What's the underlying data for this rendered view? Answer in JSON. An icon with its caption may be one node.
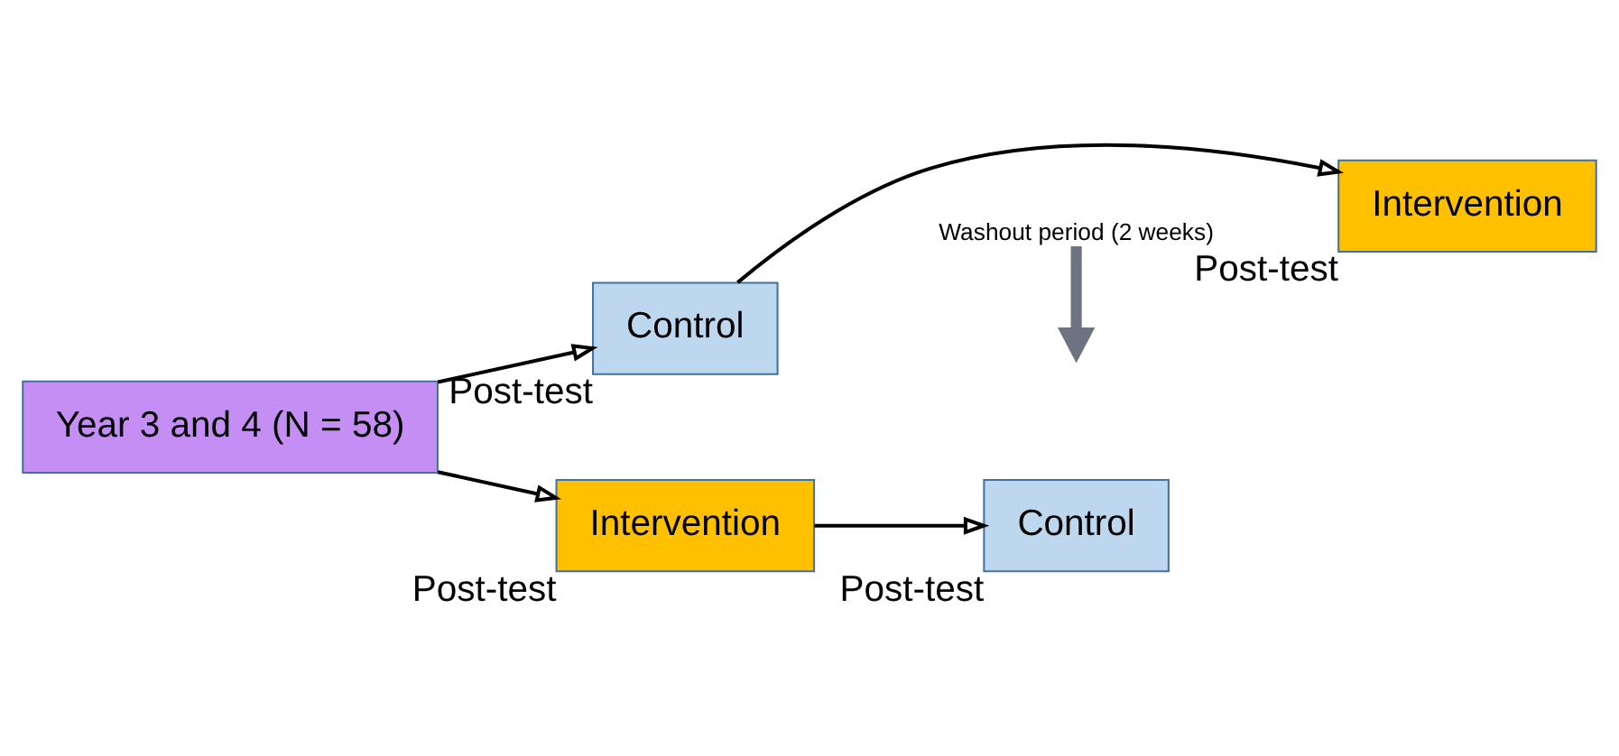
{
  "diagram": {
    "nodes": [
      {
        "text": [
          "Year 3 and 4 (N = 58)"
        ]
      },
      {
        "text": [
          "Control"
        ],
        "beside": [
          "Post-test"
        ]
      },
      {
        "text": [
          "Intervention"
        ],
        "beside": [
          "Post-test"
        ]
      },
      {
        "text": [
          "Intervention"
        ],
        "beside": [
          "Post-test"
        ]
      },
      {
        "text": [
          "Control"
        ],
        "beside": [
          "Post-test"
        ]
      },
      {
        "text": [
          "Washout period (2 weeks)"
        ]
      }
    ],
    "edges": [
      {
        "from": 0,
        "to": 1,
        "arrow": "to"
      },
      {
        "from": 1,
        "to": 2,
        "arrow": "to"
      },
      {
        "from": 0,
        "to": 3,
        "arrow": "to"
      },
      {
        "from": 3,
        "to": 4,
        "arrow": "to"
      },
      {
        "from": 5,
        "to": null,
        "arrow": "to",
        "style": "thick",
        "color": "#6d7380"
      }
    ]
  }
}
